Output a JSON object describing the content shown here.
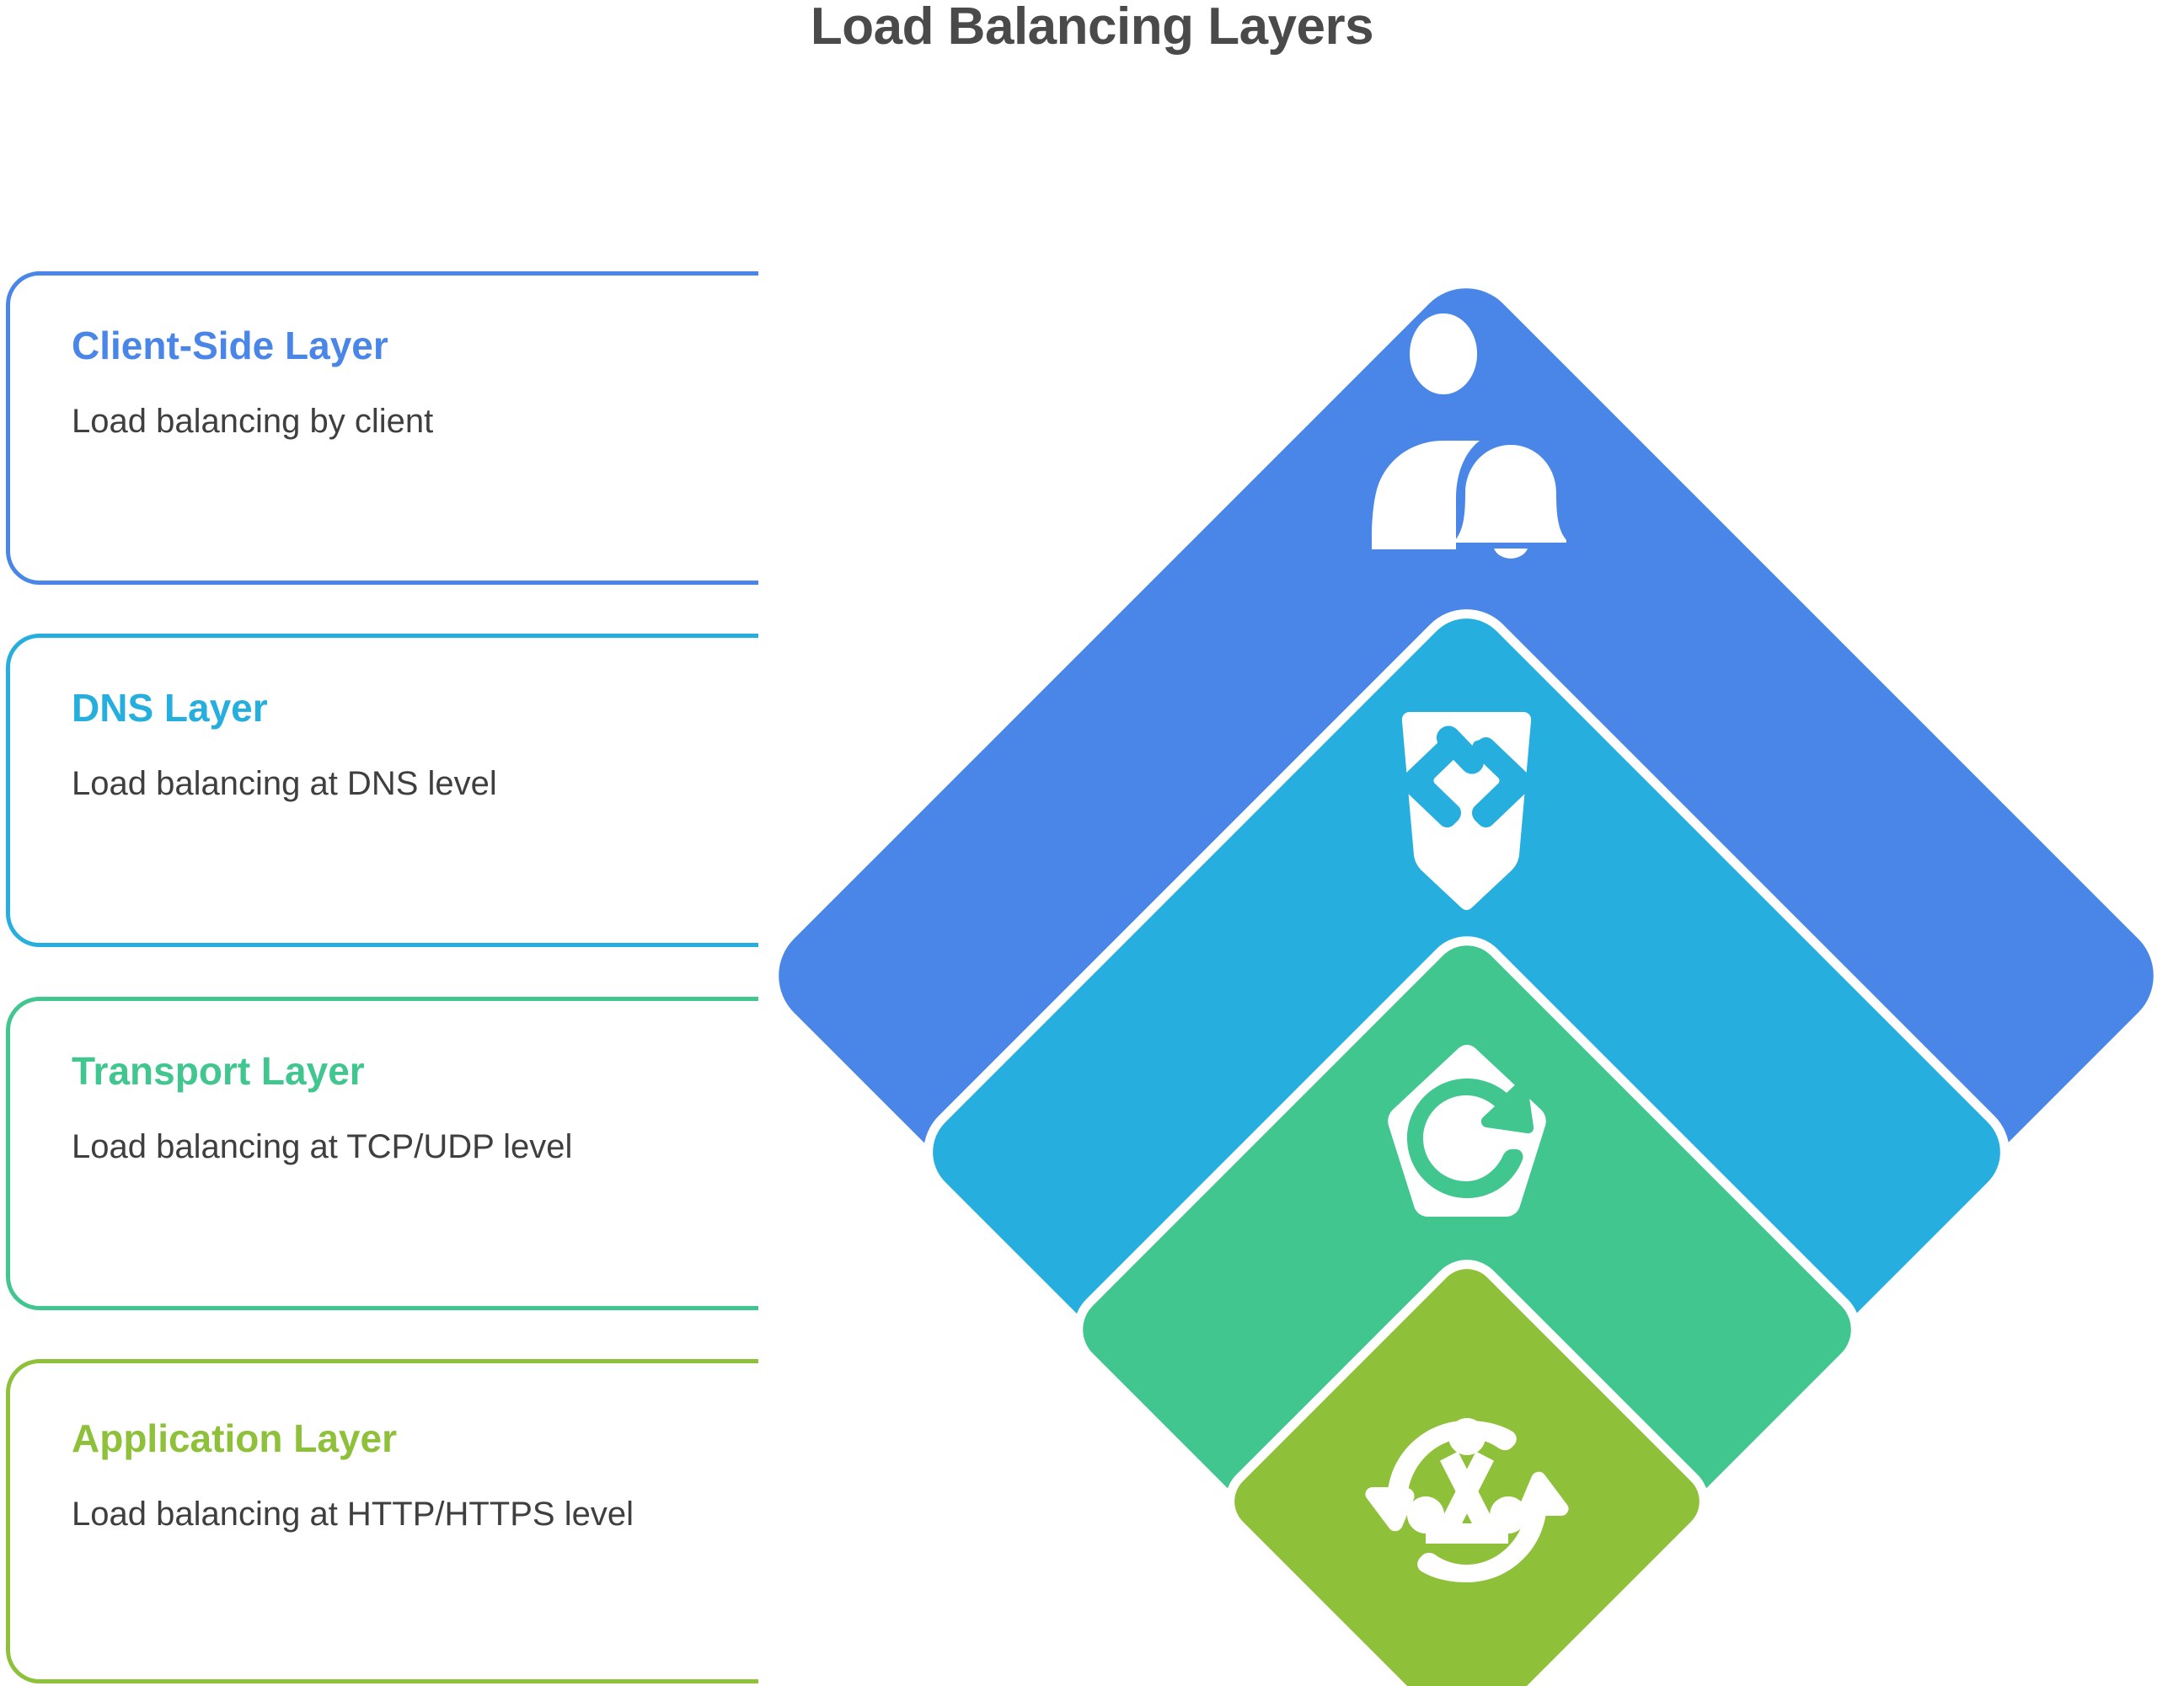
{
  "title": "Load Balancing Layers",
  "theme": {
    "title_color": "#4a4a4a",
    "body_text_color": "#3f3f3f",
    "background": "#ffffff",
    "separator_stroke": "#ffffff"
  },
  "layers": [
    {
      "key": "client-side",
      "name": "Client-Side Layer",
      "description": "Load balancing by client",
      "color": "#4a86e8",
      "icon": "user-bell-icon"
    },
    {
      "key": "dns",
      "name": "DNS Layer",
      "description": "Load balancing at DNS level",
      "color": "#26aede",
      "icon": "shield-code-icon"
    },
    {
      "key": "transport",
      "name": "Transport Layer",
      "description": "Load balancing at TCP/UDP level",
      "color": "#40c68e",
      "icon": "pentagon-refresh-icon"
    },
    {
      "key": "application",
      "name": "Application Layer",
      "description": "Load balancing at HTTP/HTTPS level",
      "color": "#8ec03a",
      "icon": "sync-network-icon"
    }
  ]
}
